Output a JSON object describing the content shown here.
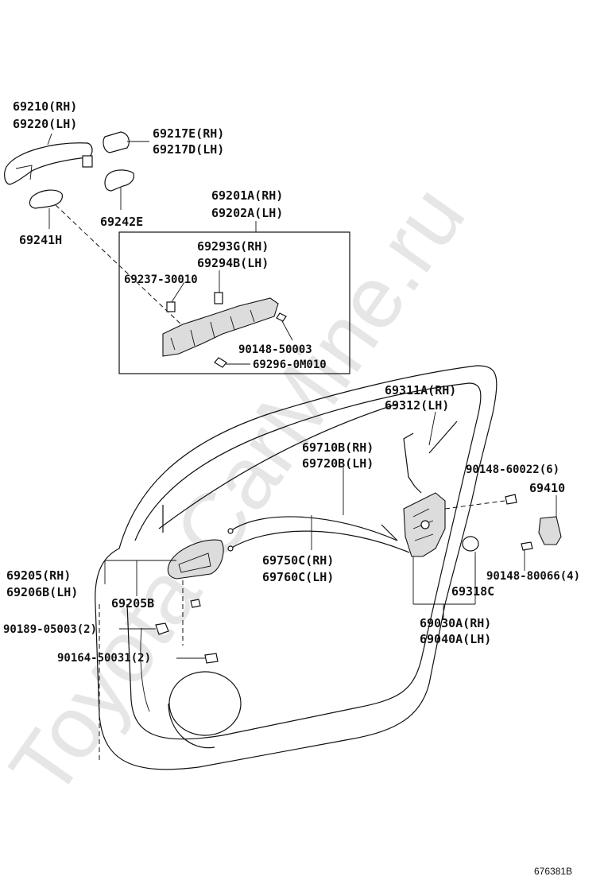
{
  "watermark": "Toyota-CarMine.ru",
  "reference_code": "676381B",
  "labels": {
    "p69210_rh": "69210(RH)",
    "p69220_lh": "69220(LH)",
    "p69217e_rh": "69217E(RH)",
    "p69217d_lh": "69217D(LH)",
    "p69242e": "69242E",
    "p69241h": "69241H",
    "p69201a_rh": "69201A(RH)",
    "p69202a_lh": "69202A(LH)",
    "p69293g_rh": "69293G(RH)",
    "p69294b_lh": "69294B(LH)",
    "p69237": "69237-30010",
    "p90148_50003": "90148-50003",
    "p69296": "69296-0M010",
    "p69311a_rh": "69311A(RH)",
    "p69312_lh": "69312(LH)",
    "p69710b_rh": "69710B(RH)",
    "p69720b_lh": "69720B(LH)",
    "p90148_60022": "90148-60022(6)",
    "p69410": "69410",
    "p69205_rh": "69205(RH)",
    "p69206b_lh": "69206B(LH)",
    "p69750c_rh": "69750C(RH)",
    "p69760c_lh": "69760C(LH)",
    "p69205b": "69205B",
    "p90148_80066": "90148-80066(4)",
    "p69318c": "69318C",
    "p90189": "90189-05003(2)",
    "p69030a_rh": "69030A(RH)",
    "p69040a_lh": "69040A(LH)",
    "p90164": "90164-50031(2)"
  }
}
